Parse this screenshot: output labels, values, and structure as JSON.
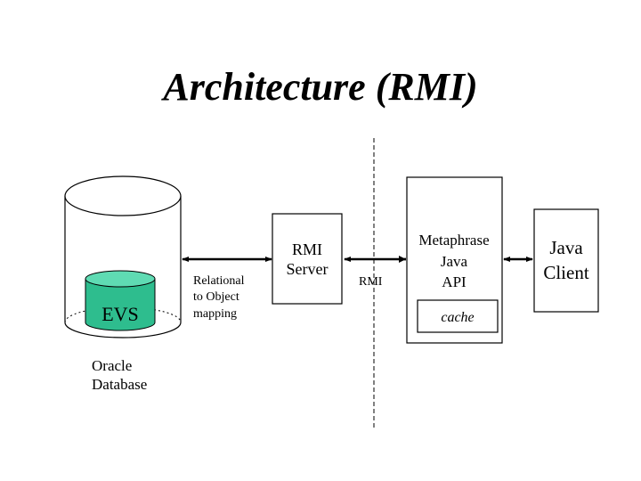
{
  "title": "Architecture (RMI)",
  "colors": {
    "evs_fill": "#2ebd8e",
    "evs_top": "#5fdbb3",
    "line": "#000000",
    "background": "#ffffff"
  },
  "database": {
    "label_line1": "Oracle",
    "label_line2": "Database",
    "inner": {
      "label": "EVS"
    }
  },
  "mapping_label": {
    "line1": "Relational",
    "line2": "to Object",
    "line3": "mapping"
  },
  "rmi_server": {
    "line1": "RMI",
    "line2": "Server"
  },
  "rmi_label": "RMI",
  "metaphrase": {
    "line1": "Metaphrase",
    "line2": "Java",
    "line3": "API",
    "cache_label": "cache"
  },
  "java_client": {
    "line1": "Java",
    "line2": "Client"
  }
}
